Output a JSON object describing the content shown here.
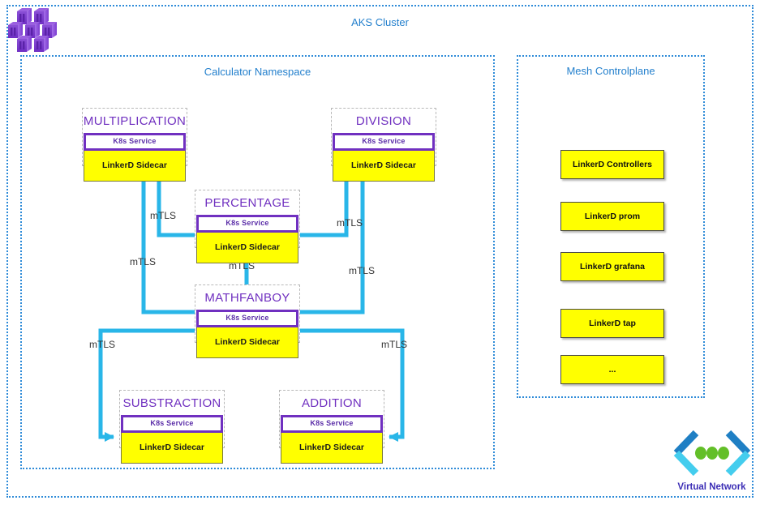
{
  "diagram": {
    "outer": {
      "title": "AKS Cluster",
      "icon": "aks-cluster-icon"
    },
    "namespace": {
      "title": "Calculator Namespace"
    },
    "controlplane": {
      "title": "Mesh Controlplane",
      "items": [
        {
          "label": "LinkerD Controllers"
        },
        {
          "label": "LinkerD prom"
        },
        {
          "label": "LinkerD grafana"
        },
        {
          "label": "LinkerD tap"
        },
        {
          "label": "..."
        }
      ]
    },
    "services": [
      {
        "id": "multiplication",
        "title": "MULTIPLICATION",
        "service_bar": "K8s Service",
        "sidecar": "LinkerD Sidecar"
      },
      {
        "id": "division",
        "title": "DIVISION",
        "service_bar": "K8s Service",
        "sidecar": "LinkerD Sidecar"
      },
      {
        "id": "percentage",
        "title": "PERCENTAGE",
        "service_bar": "K8s Service",
        "sidecar": "LinkerD Sidecar"
      },
      {
        "id": "mathfanboy",
        "title": "MATHFANBOY",
        "service_bar": "K8s Service",
        "sidecar": "LinkerD Sidecar"
      },
      {
        "id": "substraction",
        "title": "SUBSTRACTION",
        "service_bar": "K8s Service",
        "sidecar": "LinkerD Sidecar"
      },
      {
        "id": "addition",
        "title": "ADDITION",
        "service_bar": "K8s Service",
        "sidecar": "LinkerD Sidecar"
      }
    ],
    "connections": [
      {
        "id": "pct-to-mul",
        "label": "mTLS"
      },
      {
        "id": "mfb-to-mul",
        "label": "mTLS"
      },
      {
        "id": "pct-to-div",
        "label": "mTLS"
      },
      {
        "id": "mfb-to-div",
        "label": "mTLS"
      },
      {
        "id": "mfb-to-pct",
        "label": "mTLS"
      },
      {
        "id": "mfb-to-sub",
        "label": "mTLS"
      },
      {
        "id": "mfb-to-add",
        "label": "mTLS"
      }
    ],
    "vnet": {
      "label": "Virtual Network",
      "icon": "virtual-network-icon"
    },
    "colors": {
      "accent_blue": "#2e8bd8",
      "title_blue": "#2480cd",
      "purple": "#7030c0",
      "sidecar_yellow": "#ffff00",
      "wire_cyan": "#29b6e8",
      "vnet_label": "#3b2db5"
    }
  }
}
